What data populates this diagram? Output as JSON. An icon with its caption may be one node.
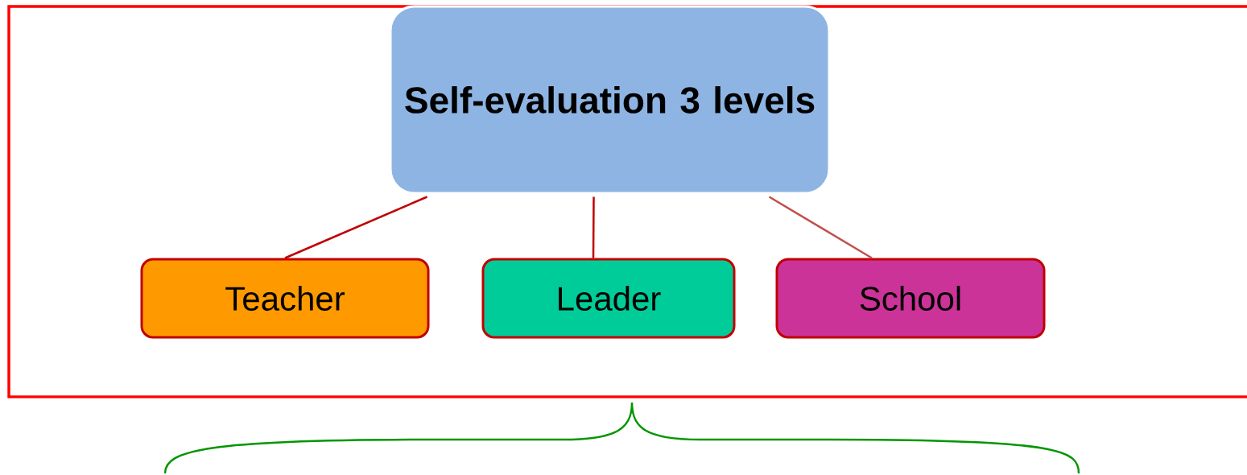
{
  "diagram": {
    "nodes": [
      {
        "text": [
          "Self-evaluation 3 levels"
        ]
      },
      {
        "text": [
          "Teacher"
        ]
      },
      {
        "text": [
          "Leader"
        ]
      },
      {
        "text": [
          "School"
        ]
      }
    ],
    "edges": [
      {
        "from": 0,
        "to": 1,
        "arrow": "none"
      },
      {
        "from": 0,
        "to": 2,
        "arrow": "none"
      },
      {
        "from": 0,
        "to": 3,
        "arrow": "none",
        "color": "#c0504d"
      }
    ]
  }
}
